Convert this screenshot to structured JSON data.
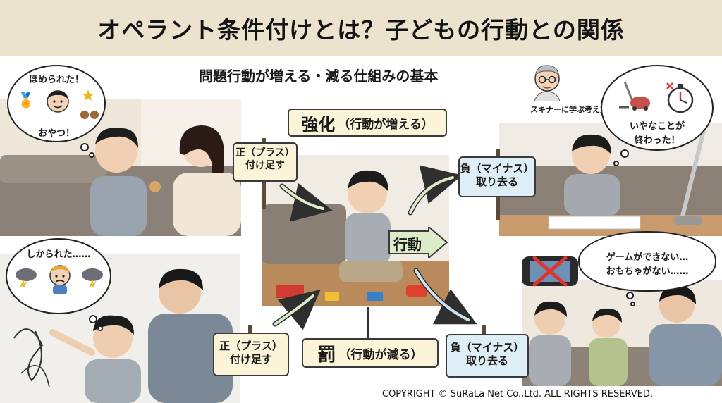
{
  "header": {
    "title": "オペラント条件付けとは？子どもの行動との関係",
    "subtitle": "問題行動が増える・減る仕組みの基本",
    "skinner_caption": "スキナーに学ぶ考え方"
  },
  "center": {
    "reinforcement_main": "強化",
    "reinforcement_sub": "（行動が増える）",
    "behavior_label": "行動",
    "punishment_main": "罰",
    "punishment_sub": "（行動が減る）"
  },
  "signs": {
    "top_left": {
      "line1": "正（プラス）",
      "line2": "付け足す"
    },
    "top_right": {
      "line1": "負（マイナス）",
      "line2": "取り去る"
    },
    "bottom_left": {
      "line1": "正（プラス）",
      "line2": "付け足す"
    },
    "bottom_right": {
      "line1": "負（マイナス）",
      "line2": "取り去る"
    }
  },
  "bubbles": {
    "top_left": {
      "line1": "ほめられた！",
      "line2": "おやつ！"
    },
    "top_right": {
      "line1": "いやなことが",
      "line2": "終わった！"
    },
    "bottom_left": {
      "line1": "しかられた……"
    },
    "bottom_right": {
      "line1": "ゲームができない…",
      "line2": "おもちゃがない……"
    }
  },
  "footer": {
    "copyright": "COPYRIGHT © SuRaLa Net Co.,Ltd. ALL RIGHTS RESERVED."
  },
  "colors": {
    "header_bg": "#ece3cf",
    "sign_yellow": "#fbf4d9",
    "sign_blue": "#ddeef6",
    "arrow_green": "#dcebc8",
    "arrow_blue": "#cfe4ef"
  }
}
